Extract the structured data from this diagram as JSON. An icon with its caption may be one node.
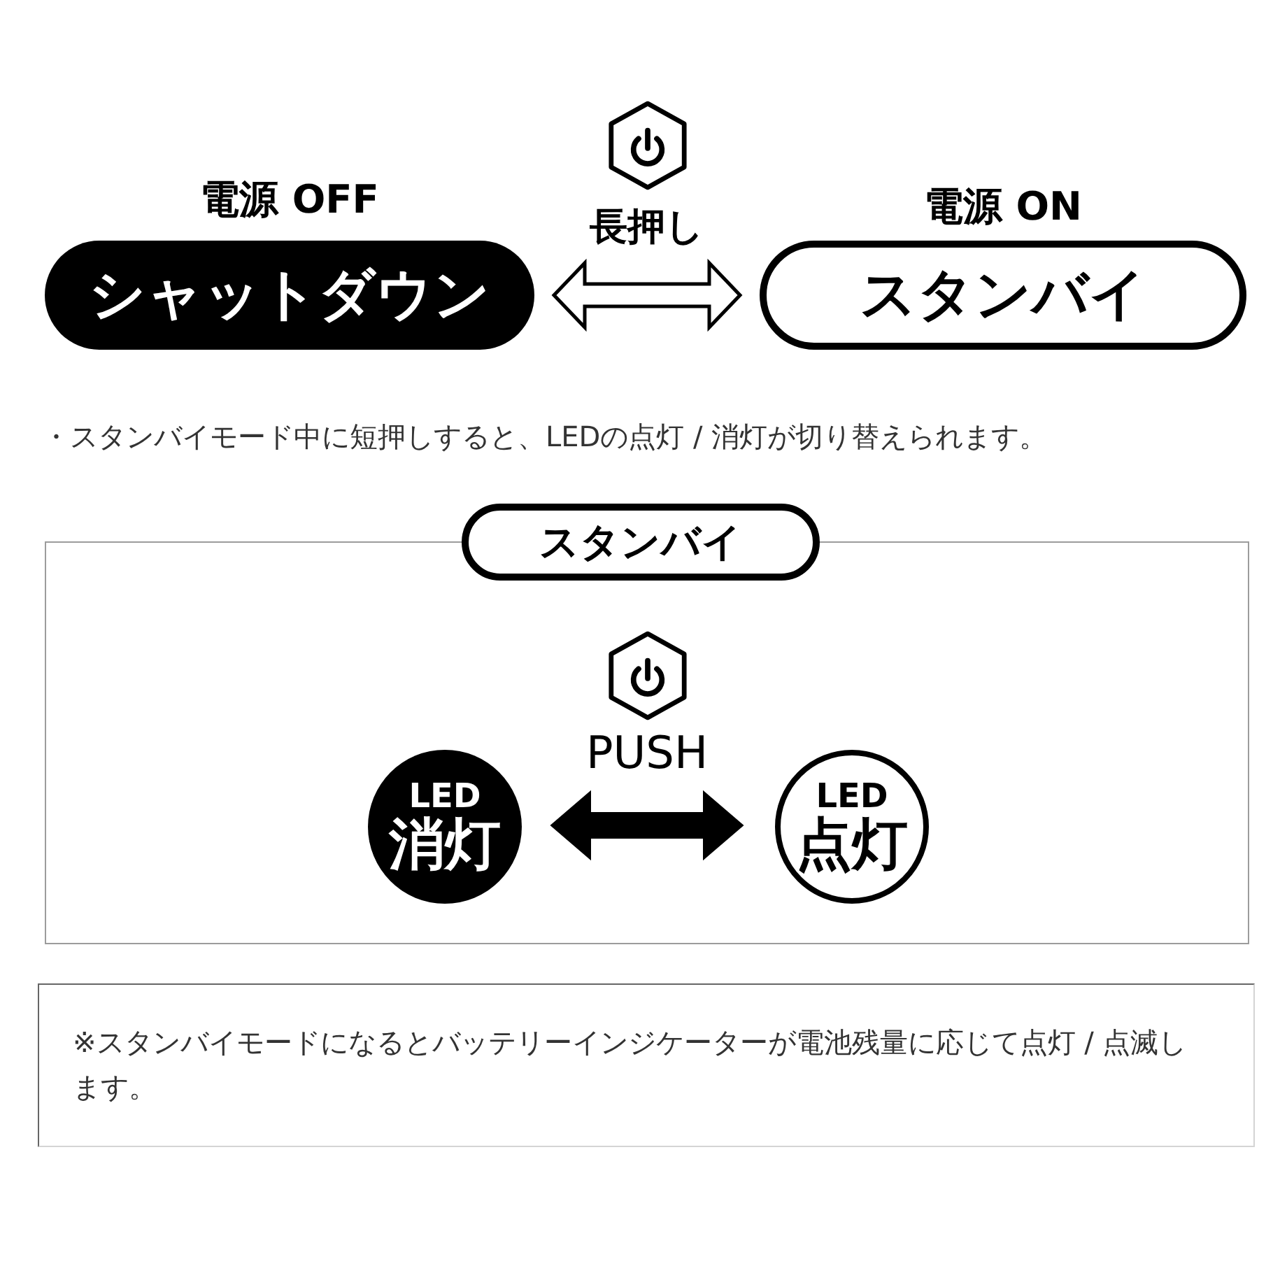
{
  "diagram": {
    "nodes": [
      {
        "text": [
          "電源 OFF",
          "シャットダウン"
        ]
      },
      {
        "text": [
          "電源 ON",
          "スタンバイ"
        ]
      },
      {
        "text": [
          "スタンバイ"
        ]
      },
      {
        "text": [
          "LED",
          "消灯"
        ],
        "in": 2
      },
      {
        "text": [
          "LED",
          "点灯"
        ],
        "in": 2
      },
      {
        "text": [
          "※スタンバイモードになるとバッテリーインジケーターが電池残量に応じて点灯 / 点滅します。"
        ]
      }
    ],
    "edges": [
      {
        "from": 0,
        "to": 1,
        "arrow": "both",
        "label": "長押し"
      },
      {
        "from": 3,
        "to": 4,
        "arrow": "both",
        "label": "PUSH",
        "style": "thick"
      }
    ],
    "labels": [
      "・スタンバイモード中に短押しすると、LEDの点灯 / 消灯が切り替えられます。"
    ]
  }
}
